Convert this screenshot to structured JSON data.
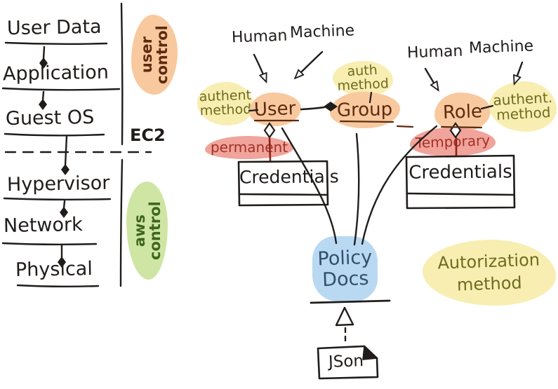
{
  "colors": {
    "ink": "#1f1c1a",
    "orange": "#f8c99e",
    "yellow": "#f8eeb2",
    "red": "#f0a49b",
    "green": "#cfe5a3",
    "blue": "#b9d9f3",
    "brown_text": "#5d2a10",
    "olive_text": "#6e6c1e",
    "red_text": "#a33127",
    "green_text": "#3e661d",
    "blue_text": "#32506b",
    "dark_red_line": "#8b2318"
  },
  "stack": {
    "layers": [
      "User Data",
      "Application",
      "Guest OS",
      "Hypervisor",
      "Network",
      "Physical"
    ],
    "ec2": "EC2",
    "user_control_line1": "user",
    "user_control_line2": "control",
    "aws_control_line1": "aws",
    "aws_control_line2": "control"
  },
  "iam": {
    "human_left": "Human",
    "machine_left": "Machine",
    "human_right": "Human",
    "machine_right": "Machine",
    "user": "User",
    "group": "Group",
    "role": "Role",
    "authent_user_line1": "authent",
    "authent_user_line2": "method",
    "auth_group_line1": "auth",
    "auth_group_line2": "method",
    "authent_role_line1": "authent.",
    "authent_role_line2": "method",
    "permanent": "permanent",
    "temporary": "Temporary",
    "credentials_left": "Credentials",
    "credentials_right": "Credentials",
    "policy_line1": "Policy",
    "policy_line2": "Docs",
    "authorization_line1": "Autorization",
    "authorization_line2": "method",
    "json_label": "JSon"
  }
}
